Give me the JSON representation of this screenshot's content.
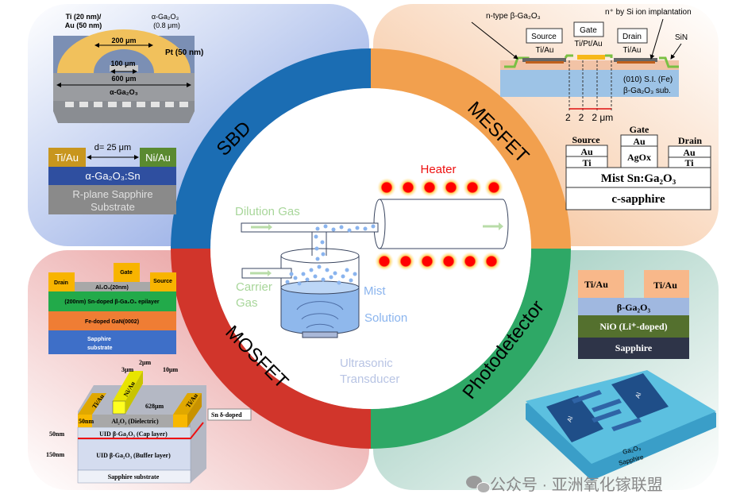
{
  "ring": {
    "sbd": "SBD",
    "mesfet": "MESFET",
    "mosfet": "MOSFET",
    "photodetector": "Photodetector",
    "colors": {
      "sbd": "#1b6db3",
      "mesfet": "#f2a04e",
      "mosfet": "#d1352b",
      "photodetector": "#2ea866"
    }
  },
  "center": {
    "heater": "Heater",
    "dilution_gas": "Dilution Gas",
    "carrier_gas_line1": "Carrier",
    "carrier_gas_line2": "Gas",
    "mist": "Mist",
    "solution": "Solution",
    "transducer_line1": "Ultrasonic",
    "transducer_line2": "Transducer"
  },
  "sbd": {
    "ti_au_line1": "Ti (20 nm)/",
    "ti_au_line2": "Au (50 nm)",
    "ga2o3_line1": "α-Ga₂O₃",
    "ga2o3_line2": "(0.8 μm)",
    "dim_200": "200 μm",
    "pt": "Pt (50 nm)",
    "dim_100": "100 μm",
    "dim_600": "600 μm",
    "substrate_label": "α-Ga₂O₃",
    "distance": "d= 25 μm",
    "left_contact": "Ti/Au",
    "right_contact": "Ni/Au",
    "layer": "α-Ga₂O₃:Sn",
    "sub_line1": "R-plane Sapphire",
    "sub_line2": "Substrate"
  },
  "mesfet": {
    "ntype": "n-type β-Ga₂O₃",
    "implant": "n⁺ by Si ion implantation",
    "source": "Source",
    "gate": "Gate",
    "drain": "Drain",
    "source_metal": "Ti/Au",
    "gate_metal": "Ti/Pt/Au",
    "drain_metal": "Ti/Au",
    "sin": "SiN",
    "sub_line1": "(010) S.I. (Fe)",
    "sub_line2": "β-Ga₂O₃ sub.",
    "spacing": "2   2   2 μm",
    "s2_gate": "Gate",
    "s2_source": "Source",
    "s2_drain": "Drain",
    "au": "Au",
    "ti": "Ti",
    "agox": "AgOx",
    "mist_layer": "Mist Sn:Ga₂O₃",
    "c_sapphire": "c-sapphire"
  },
  "mosfet": {
    "gate": "Gate",
    "drain": "Drain",
    "source": "Source",
    "al2o3": "Al₂O₃(20nm)",
    "epilayer": "(200nm) Sn-doped β-Ga₂O₃ epilayer",
    "gan": "Fe-doped GaN(0002)",
    "sub_line1": "Sapphire",
    "sub_line2": "substrate",
    "dim_2": "2μm",
    "dim_3": "3μm",
    "dim_10": "10μm",
    "ti_au": "Ti/Au",
    "ni_au": "Ni/Au",
    "dim_628": "628μm",
    "dim_50a": "50nm",
    "dielectric": "Al₂O₃ (Dielectric)",
    "sn_doped": "Sn δ-doped",
    "dim_50b": "50nm",
    "cap": "UID β-Ga₂O₃ (Cap layer)",
    "dim_150": "150nm",
    "buffer": "UID β-Ga₂O₃ (Buffer layer)",
    "sapphire": "Sapphire substrate"
  },
  "photodetector": {
    "contact_left": "Ti/Au",
    "contact_right": "Ti/Au",
    "ga2o3": "β-Ga₂O₃",
    "nio": "NiO (Li⁺-doped)",
    "sapphire": "Sapphire",
    "electrode_a": "Al",
    "electrode_b": "Al",
    "layer_ga2o3": "Ga₂O₃",
    "layer_sapphire": "Sapphire"
  },
  "watermark": {
    "icon": "wechat-icon",
    "text": "公众号 · 亚洲氧化镓联盟"
  }
}
